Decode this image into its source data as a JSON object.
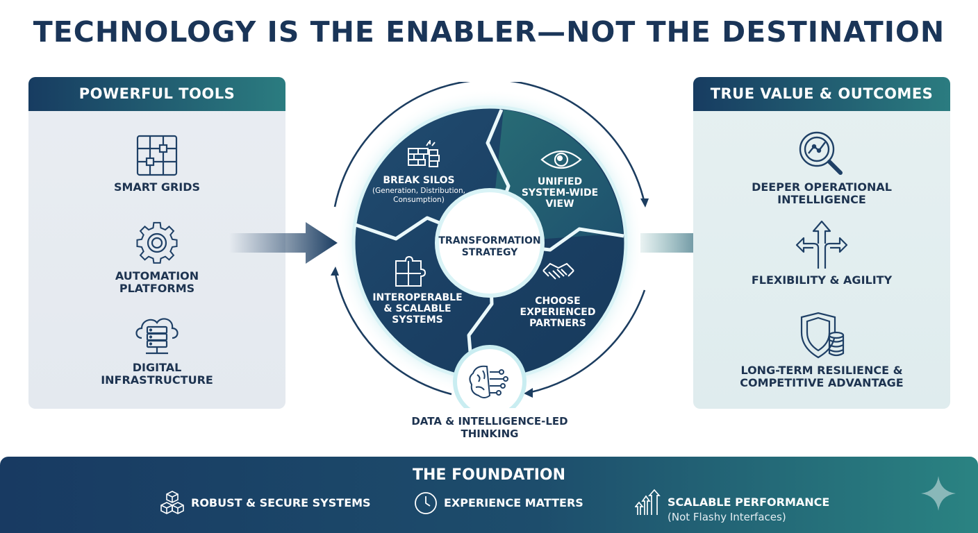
{
  "title": "TECHNOLOGY IS THE ENABLER—NOT THE DESTINATION",
  "left_panel": {
    "heading": "POWERFUL TOOLS",
    "items": [
      {
        "label": "SMART GRIDS",
        "icon": "grid-icon"
      },
      {
        "label": "AUTOMATION\nPLATFORMS",
        "icon": "gear-icon"
      },
      {
        "label": "DIGITAL\nINFRASTRUCTURE",
        "icon": "cloud-server-icon"
      }
    ]
  },
  "right_panel": {
    "heading": "TRUE VALUE & OUTCOMES",
    "items": [
      {
        "label": "DEEPER OPERATIONAL\nINTELLIGENCE",
        "icon": "magnifier-chart-icon"
      },
      {
        "label": "FLEXIBILITY & AGILITY",
        "icon": "split-arrows-icon"
      },
      {
        "label": "LONG-TERM RESILIENCE &\nCOMPETITIVE ADVANTAGE",
        "icon": "shield-coins-icon"
      }
    ]
  },
  "diagram": {
    "center": "TRANSFORMATION\nSTRATEGY",
    "segments": [
      {
        "label": "BREAK SILOS",
        "sub": "(Generation, Distribution,\nConsumption)",
        "icon": "broken-wall-icon"
      },
      {
        "label": "UNIFIED\nSYSTEM-WIDE\nVIEW",
        "icon": "eye-icon"
      },
      {
        "label": "CHOOSE\nEXPERIENCED\nPARTNERS",
        "icon": "handshake-icon"
      },
      {
        "label": "INTEROPERABLE\n& SCALABLE\nSYSTEMS",
        "icon": "puzzle-icon"
      }
    ],
    "bottom": {
      "label": "DATA & INTELLIGENCE-LED\nTHINKING",
      "icon": "brain-circuit-icon"
    }
  },
  "foundation": {
    "title": "THE FOUNDATION",
    "items": [
      {
        "label": "ROBUST & SECURE SYSTEMS",
        "icon": "cubes-icon"
      },
      {
        "label": "EXPERIENCE MATTERS",
        "icon": "clock-icon"
      },
      {
        "label": "SCALABLE PERFORMANCE",
        "sub": "(Not Flashy Interfaces)",
        "icon": "growth-arrows-icon"
      }
    ]
  },
  "colors": {
    "navy": "#1a3558",
    "teal": "#2a8382",
    "glow": "#bfe9ee"
  }
}
